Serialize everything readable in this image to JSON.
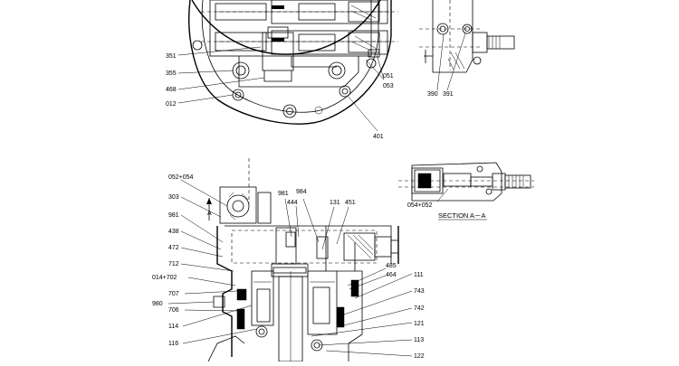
{
  "labels_top": {
    "p351": "351",
    "p355": "355",
    "p468": "468",
    "p012": "012",
    "p051": "051",
    "p053": "053",
    "p401": "401",
    "p390": "390",
    "p391": "391"
  },
  "labels_bottom": {
    "p052_054": "052+054",
    "p303": "303",
    "sectionA": "A",
    "p981a": "981",
    "p438": "438",
    "p472": "472",
    "p712": "712",
    "p014_702": "014+702",
    "p707": "707",
    "p980": "980",
    "p706": "706",
    "p114": "114",
    "p116": "116",
    "p981b": "981",
    "p984": "984",
    "p444": "444",
    "p131": "131",
    "p451": "451",
    "p485": "485",
    "p464": "464",
    "p111": "111",
    "p743": "743",
    "p742": "742",
    "p121": "121",
    "p113": "113",
    "p122": "122"
  },
  "section": {
    "p054_052": "054+052",
    "title": "SECTION  A－A"
  }
}
